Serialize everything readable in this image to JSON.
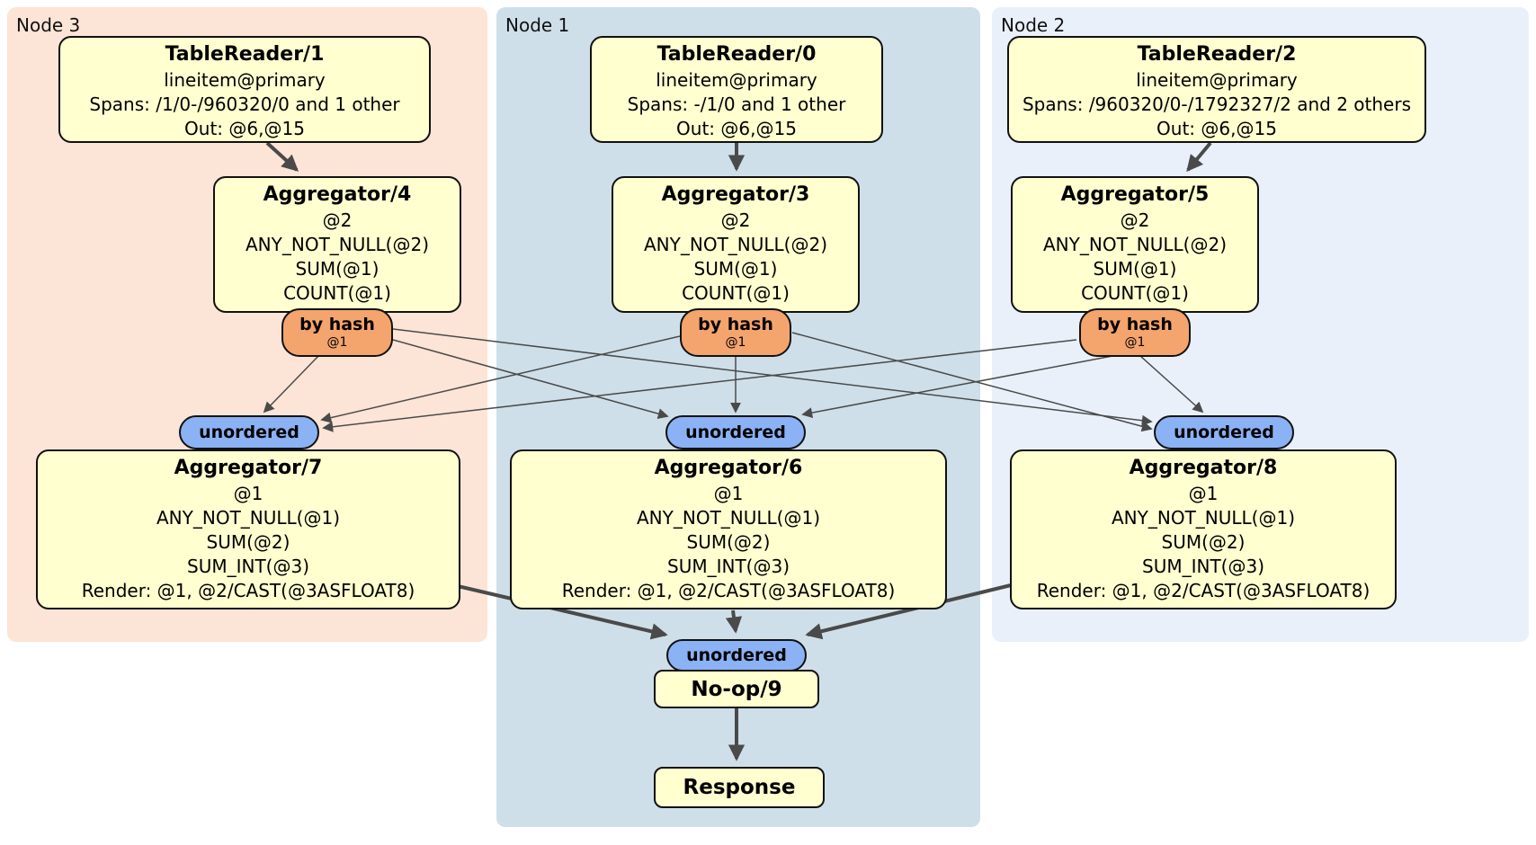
{
  "colors": {
    "region_node3": "#fce4d6",
    "region_node1": "#cfdfe9",
    "region_node2": "#e9f0fa",
    "processor_fill": "#ffffd0",
    "router_fill": "#f4a46d",
    "sync_fill": "#8ab2f4",
    "edge_color": "#4a4a4a"
  },
  "regions": {
    "node3": {
      "label": "Node 3"
    },
    "node1": {
      "label": "Node 1"
    },
    "node2": {
      "label": "Node 2"
    }
  },
  "boxes": {
    "tablereader1": {
      "title": "TableReader/1",
      "lines": [
        "lineitem@primary",
        "Spans: /1/0-/960320/0 and 1 other",
        "Out: @6,@15"
      ]
    },
    "tablereader0": {
      "title": "TableReader/0",
      "lines": [
        "lineitem@primary",
        "Spans: -/1/0 and 1 other",
        "Out: @6,@15"
      ]
    },
    "tablereader2": {
      "title": "TableReader/2",
      "lines": [
        "lineitem@primary",
        "Spans: /960320/0-/1792327/2 and 2 others",
        "Out: @6,@15"
      ]
    },
    "aggregator4": {
      "title": "Aggregator/4",
      "lines": [
        "@2",
        "ANY_NOT_NULL(@2)",
        "SUM(@1)",
        "COUNT(@1)"
      ]
    },
    "aggregator3": {
      "title": "Aggregator/3",
      "lines": [
        "@2",
        "ANY_NOT_NULL(@2)",
        "SUM(@1)",
        "COUNT(@1)"
      ]
    },
    "aggregator5": {
      "title": "Aggregator/5",
      "lines": [
        "@2",
        "ANY_NOT_NULL(@2)",
        "SUM(@1)",
        "COUNT(@1)"
      ]
    },
    "aggregator7": {
      "title": "Aggregator/7",
      "lines": [
        "@1",
        "ANY_NOT_NULL(@1)",
        "SUM(@2)",
        "SUM_INT(@3)",
        "Render: @1, @2/CAST(@3ASFLOAT8)"
      ]
    },
    "aggregator6": {
      "title": "Aggregator/6",
      "lines": [
        "@1",
        "ANY_NOT_NULL(@1)",
        "SUM(@2)",
        "SUM_INT(@3)",
        "Render: @1, @2/CAST(@3ASFLOAT8)"
      ]
    },
    "aggregator8": {
      "title": "Aggregator/8",
      "lines": [
        "@1",
        "ANY_NOT_NULL(@1)",
        "SUM(@2)",
        "SUM_INT(@3)",
        "Render: @1, @2/CAST(@3ASFLOAT8)"
      ]
    },
    "noop": {
      "title": "No-op/9"
    },
    "response": {
      "title": "Response"
    }
  },
  "routers": {
    "hash4": {
      "label": "by hash",
      "detail": "@1"
    },
    "hash3": {
      "label": "by hash",
      "detail": "@1"
    },
    "hash5": {
      "label": "by hash",
      "detail": "@1"
    }
  },
  "synchronizers": {
    "left": {
      "label": "unordered"
    },
    "middle": {
      "label": "unordered"
    },
    "right": {
      "label": "unordered"
    },
    "final": {
      "label": "unordered"
    }
  }
}
